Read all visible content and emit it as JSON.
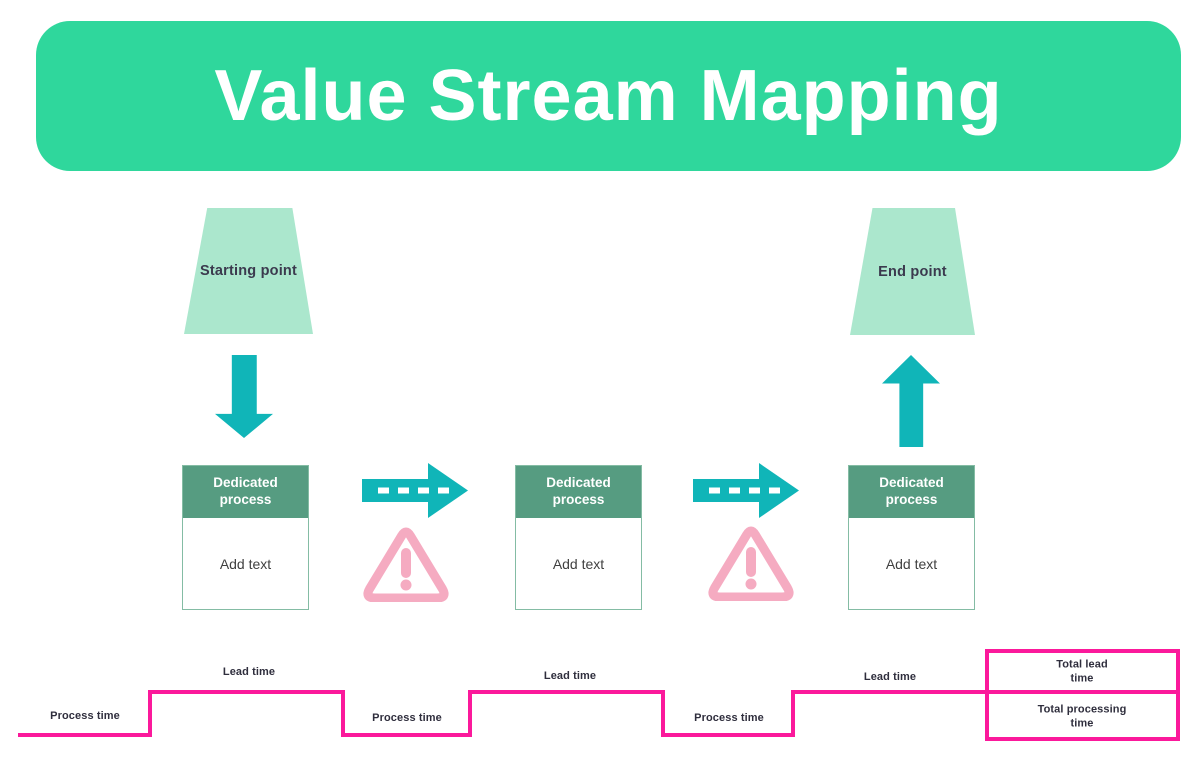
{
  "title": "Value Stream Mapping",
  "colors": {
    "banner_green": "#2fd79c",
    "mint": "#abe7cd",
    "process_green": "#569c81",
    "process_border": "#84bca4",
    "teal": "#10b5b8",
    "pink": "#f5abc1",
    "magenta": "#fb199b",
    "dark": "#3b3a4e",
    "body_text": "#404040"
  },
  "flow": {
    "start_label": "Starting point",
    "end_label": "End point",
    "processes": [
      {
        "header": "Dedicated\nprocess",
        "body": "Add text"
      },
      {
        "header": "Dedicated\nprocess",
        "body": "Add text"
      },
      {
        "header": "Dedicated\nprocess",
        "body": "Add text"
      }
    ]
  },
  "timeline": {
    "labels": [
      {
        "text": "Process time"
      },
      {
        "text": "Lead time"
      },
      {
        "text": "Process time"
      },
      {
        "text": "Lead time"
      },
      {
        "text": "Process time"
      },
      {
        "text": "Lead time"
      }
    ],
    "totals": [
      {
        "text": "Total lead\ntime"
      },
      {
        "text": "Total processing\ntime"
      }
    ]
  }
}
